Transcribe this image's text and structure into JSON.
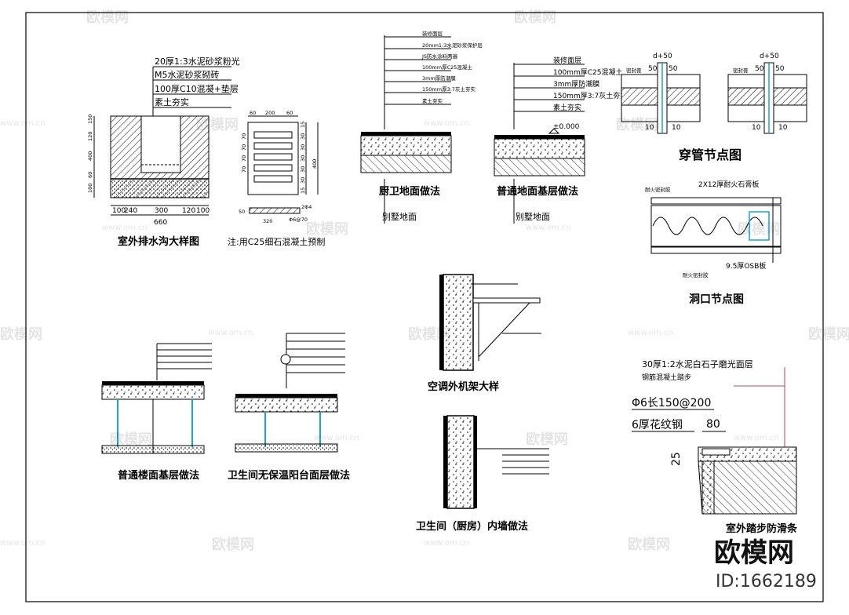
{
  "watermark": {
    "brand": "欧模网",
    "url": "www.om.cn",
    "id": "ID:1662189"
  },
  "drain": {
    "notes": [
      "20厚1:3水泥砂浆粉光",
      "M5水泥砂浆砌砖",
      "100厚C10混凝+垫层",
      "素土夯实"
    ],
    "left_dims": [
      "150",
      "120",
      "400",
      "60",
      "100"
    ],
    "bottom_dims": [
      "100",
      "240",
      "300",
      "120",
      "100"
    ],
    "total": "660",
    "title": "室外排水沟大样图"
  },
  "grate": {
    "top_dims": [
      "60",
      "200",
      "60"
    ],
    "right_dims": [
      "15",
      "30",
      "30",
      "30",
      "30",
      "30",
      "15"
    ],
    "left_dims": [
      "70",
      "70",
      "70",
      "70"
    ],
    "right_total": "400",
    "bar1": "2Φ4",
    "bar2": "Φ6@70",
    "width": "320",
    "height": "50",
    "note": "注:用C25细石混凝土预制"
  },
  "bath_floor": {
    "layers": [
      "装修面层",
      "20mm1:3水泥砂浆保护层",
      "JS防水涂料两遍",
      "100mm厚C25混凝土",
      "3mm厚防潮膜",
      "150mm厚3:7灰土夯实",
      "素土夯实"
    ],
    "title": "厨卫地面做法",
    "subtitle": "别墅地面"
  },
  "ground_floor": {
    "layers": [
      "装修面层",
      "100mm厚C25混凝土",
      "3mm厚防潮膜",
      "150mm厚3:7灰土夯实",
      "素土夯实"
    ],
    "level": "±0.000",
    "title": "普通地面基层做法",
    "subtitle": "别墅地面"
  },
  "pipe": {
    "dim_top": "d+50",
    "dim_a": "50",
    "dim_b": "50",
    "seal": "密封膏",
    "dims_bottom": [
      "10",
      "10"
    ],
    "title": "穿管节点图"
  },
  "opening": {
    "board": "2X12厚耐火石膏板",
    "tape1": "耐火密封胶",
    "tape2": "耐火密封胶",
    "osb": "9.5厚OSB板",
    "title": "洞口节点图"
  },
  "floor_base": {
    "title": "普通楼面基层做法"
  },
  "balcony": {
    "title": "卫生间无保温阳台面层做法"
  },
  "ac": {
    "title": "空调外机架大样"
  },
  "inner_wall": {
    "title": "卫生间（厨房）内墙做法"
  },
  "step": {
    "note1": "30厚1:2水泥白石子磨光面层",
    "note2": "钢筋混凝土踏步",
    "bar": "Φ6长150@200",
    "plate": "6厚花纹钢",
    "dim_w": "80",
    "dim_h": "25",
    "title": "室外踏步防滑条"
  }
}
